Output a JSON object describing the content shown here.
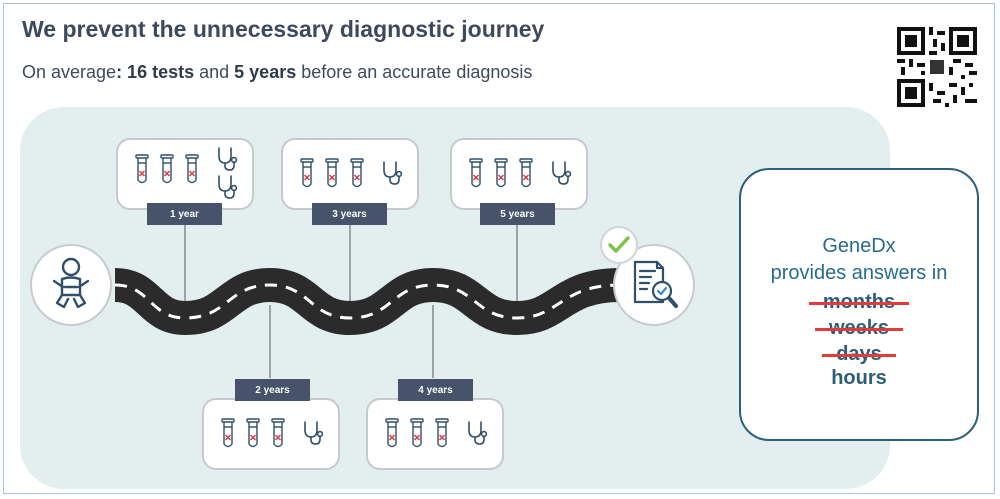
{
  "header": {
    "title": "We prevent the unnecessary diagnostic journey",
    "subtitle_pre": "On average",
    "subtitle_tests": ": 16 tests",
    "subtitle_and": " and ",
    "subtitle_years": "5 years",
    "subtitle_post": " before an accurate diagnosis"
  },
  "timeline": {
    "milestones": [
      {
        "label": "1 year",
        "tests": 3,
        "stethoscopes": 2
      },
      {
        "label": "2 years",
        "tests": 3,
        "stethoscopes": 1
      },
      {
        "label": "3 years",
        "tests": 3,
        "stethoscopes": 1
      },
      {
        "label": "4 years",
        "tests": 3,
        "stethoscopes": 1
      },
      {
        "label": "5 years",
        "tests": 3,
        "stethoscopes": 1
      }
    ],
    "start_icon": "baby-icon",
    "end_icon": "document-magnifier-icon",
    "check_icon": "checkmark-icon"
  },
  "panel": {
    "line1": "GeneDx",
    "line2": "provides answers in",
    "struck": [
      "months",
      "weeks",
      "days"
    ],
    "final": "hours"
  },
  "colors": {
    "title": "#3d4a5d",
    "pill": "#46536a",
    "road": "#2b2b2b",
    "panel_border": "#2c5f7c",
    "panel_text": "#276b8d",
    "strike": "#e33a3a",
    "check": "#7cc243",
    "background_blob": "#e3eeef"
  }
}
